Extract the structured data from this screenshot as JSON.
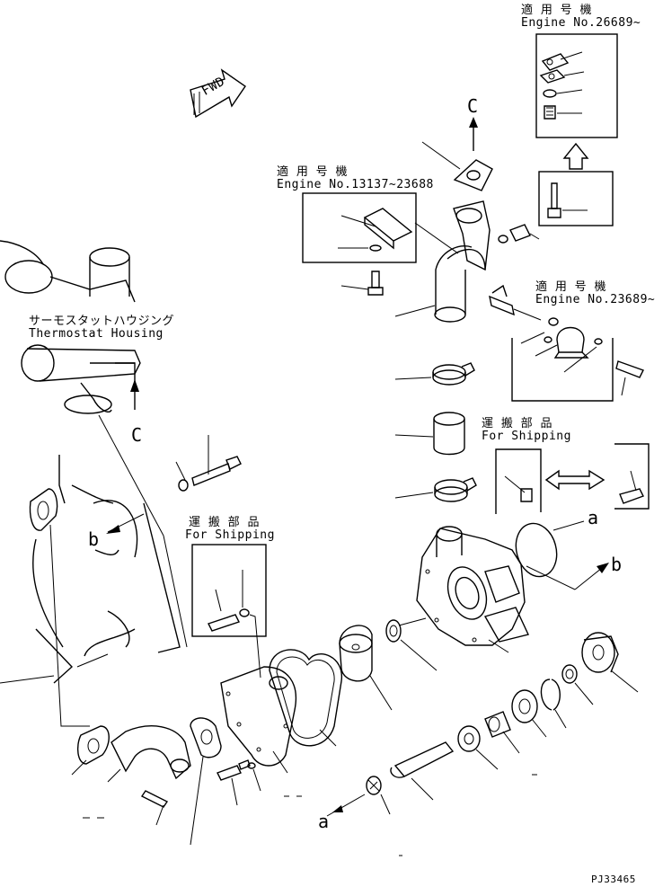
{
  "labels": {
    "note_1_jp": "適 用 号 機",
    "note_1_en": "Engine No.26689~",
    "note_2_jp": "適 用 号 機",
    "note_2_en": "Engine No.13137~23688",
    "note_3_jp": "適 用 号 機",
    "note_3_en": "Engine No.23689~",
    "thermo_jp": "サーモスタットハウジング",
    "thermo_en": "Thermostat Housing",
    "ship_1_jp": "運 搬 部 品",
    "ship_1_en": "For Shipping",
    "ship_2_jp": "運 搬 部 品",
    "ship_2_en": "For Shipping",
    "fwd": "FWD",
    "view_c_top": "C",
    "view_c_left": "C",
    "ref_a_right": "a",
    "ref_a_bottom": "a",
    "ref_b_right": "b",
    "ref_b_left": "b",
    "drawing_number": "PJ33465"
  }
}
